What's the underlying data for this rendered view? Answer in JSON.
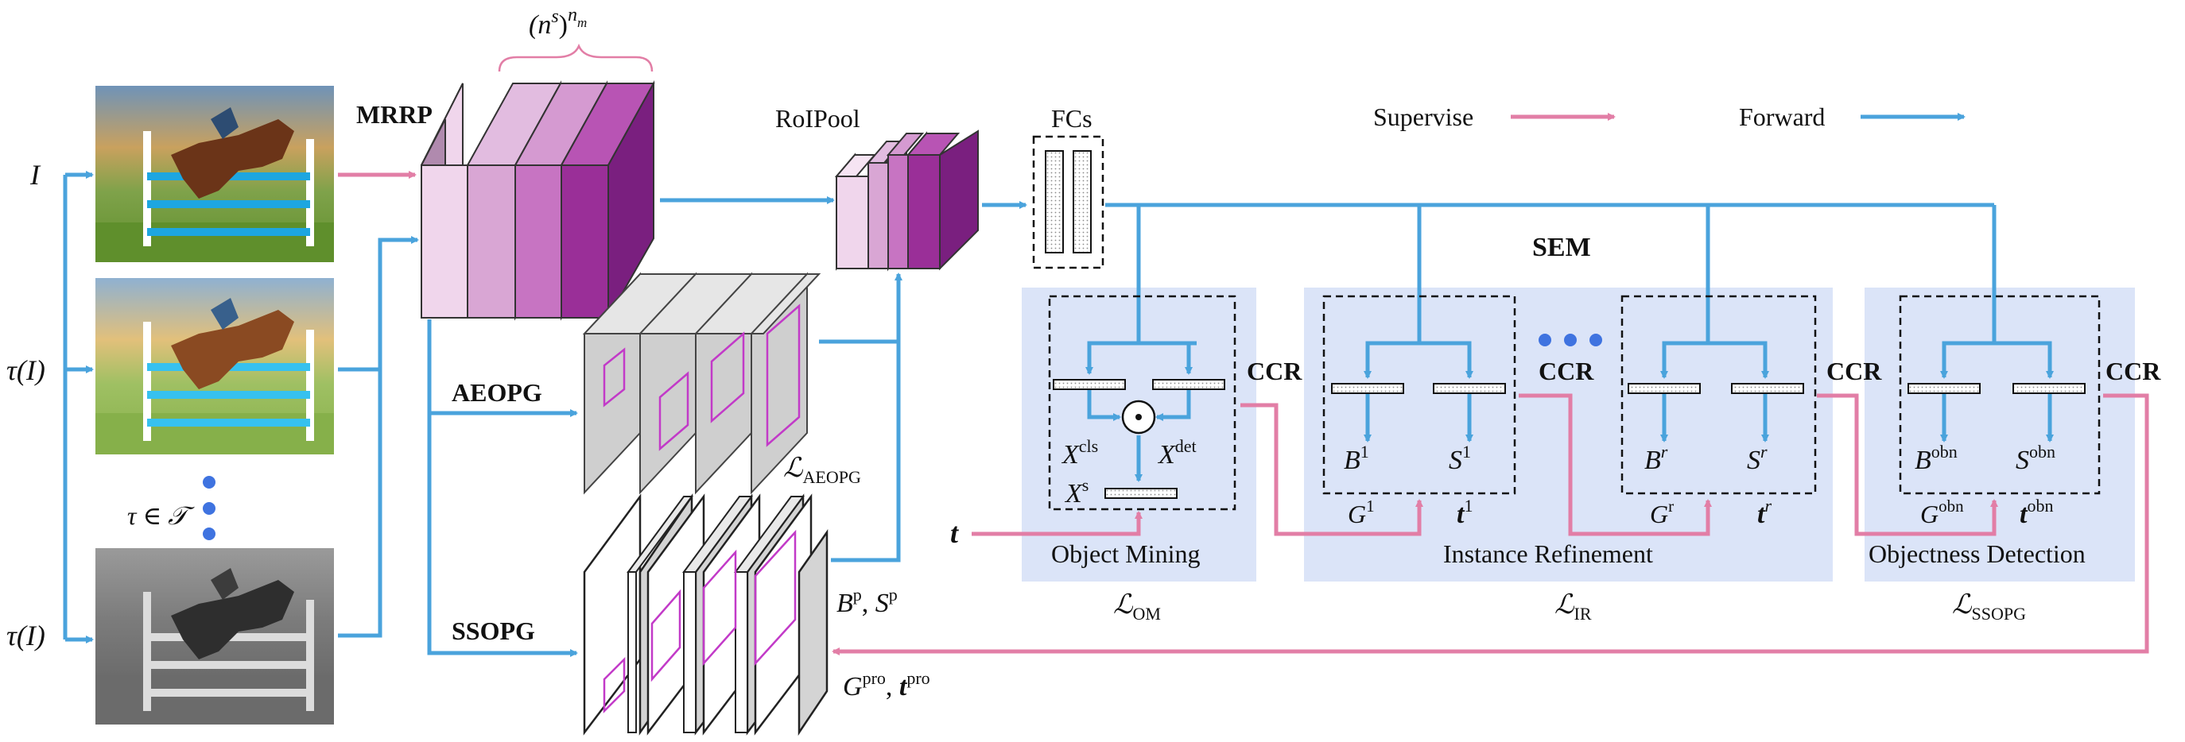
{
  "colors": {
    "blue": "#4aa3dc",
    "pink": "#e27ea6",
    "sem_fill": "#dbe4f8",
    "dot_blue": "#3f73e0",
    "purple_dark": "#7a1f7f",
    "purple_mid": "#a8459f",
    "purple_light": "#d6a2cf",
    "purple_pale": "#ecd2ea",
    "gray_plane": "#cfcfcf",
    "magenta_box": "#c23ac8"
  },
  "legend": {
    "supervise": "Supervise",
    "forward": "Forward"
  },
  "inputs": {
    "i": "I",
    "tau_i_top": "τ(I)",
    "tau_in_t": "τ ∈ 𝒯",
    "tau_i_bottom": "τ(I)"
  },
  "backbone": {
    "mrrp": "MRRP",
    "brace_base": "(n",
    "brace_sup_s": "s",
    "brace_close": ")",
    "brace_sup_nm": "n",
    "brace_sup_m": "m"
  },
  "branches": {
    "aeopg": "AEOPG",
    "ssopg": "SSOPG",
    "loss_aeopg_l": "ℒ",
    "loss_aeopg_sub": "AEOPG",
    "bp": "B",
    "bp_sup": "p",
    "sp": "S",
    "sp_sup": "p",
    "gpro": "G",
    "gpro_sup": "pro",
    "tpro": "t",
    "tpro_sup": "pro"
  },
  "roi": {
    "roipool": "RoIPool",
    "fcs": "FCs"
  },
  "sem": {
    "title": "SEM",
    "ccr": "CCR",
    "object_mining": {
      "label": "Object Mining",
      "xcls": "X",
      "xcls_sup": "cls",
      "xdet": "X",
      "xdet_sup": "det",
      "xs": "X",
      "xs_sup": "s",
      "t": "t",
      "loss_l": "ℒ",
      "loss_sub": "OM"
    },
    "instance_refinement": {
      "label": "Instance Refinement",
      "b1": "B",
      "b1_sup": "1",
      "s1": "S",
      "s1_sup": "1",
      "g1": "G",
      "g1_sup": "1",
      "t1": "t",
      "t1_sup": "1",
      "br": "B",
      "br_sup": "r",
      "sr": "S",
      "sr_sup": "r",
      "gr": "G",
      "gr_sup": "r",
      "tr": "t",
      "tr_sup": "r",
      "loss_l": "ℒ",
      "loss_sub": "IR"
    },
    "objectness_detection": {
      "label": "Objectness Detection",
      "bobn": "B",
      "bobn_sup": "obn",
      "sobn": "S",
      "sobn_sup": "obn",
      "gobn": "G",
      "gobn_sup": "obn",
      "tobn": "t",
      "tobn_sup": "obn",
      "loss_l": "ℒ",
      "loss_sub": "SSOPG"
    }
  }
}
